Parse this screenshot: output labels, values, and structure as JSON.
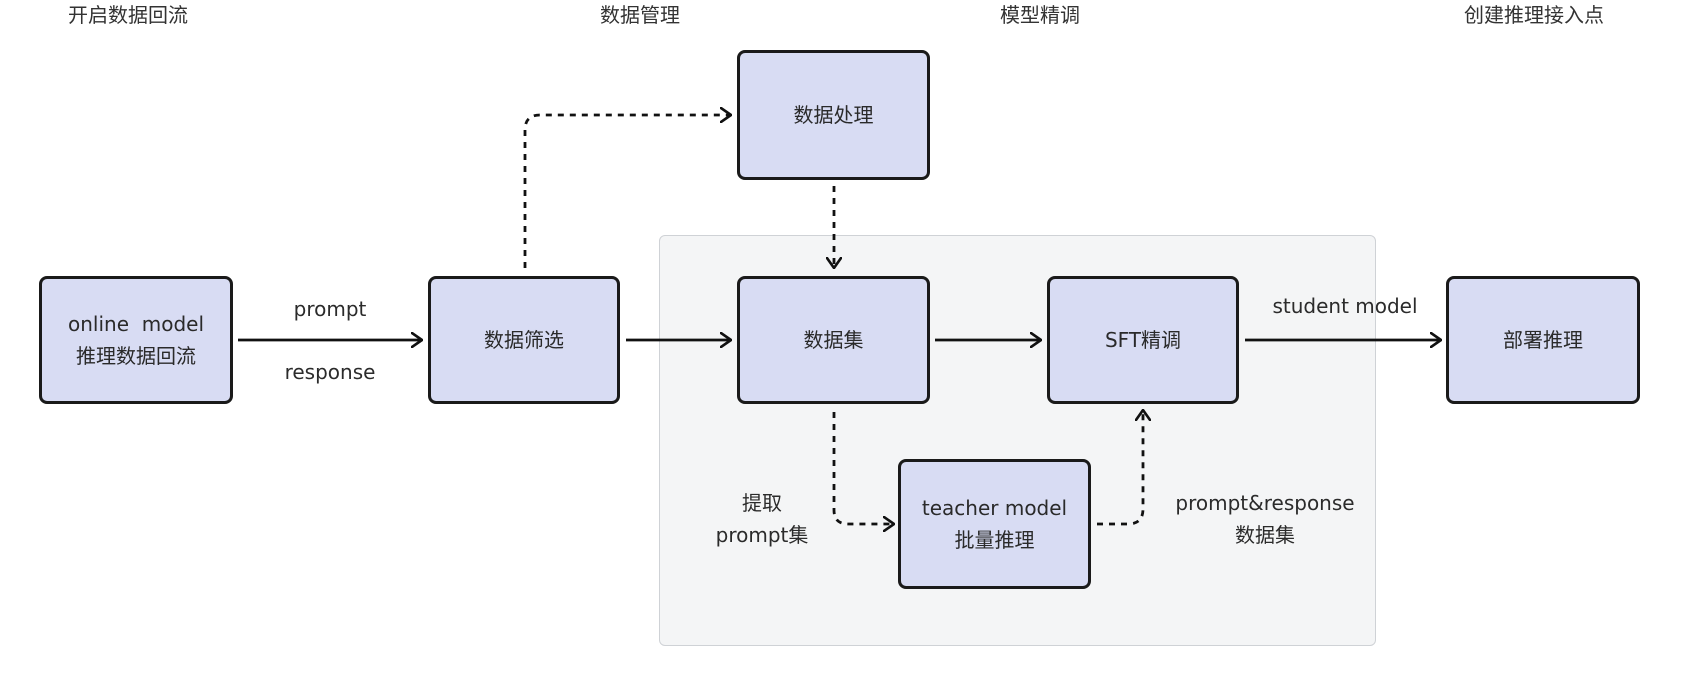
{
  "stages": {
    "s1": "开启数据回流",
    "s2": "数据管理",
    "s3": "模型精调",
    "s4": "创建推理接入点"
  },
  "nodes": {
    "online_line1": "online  model",
    "online_line2": "推理数据回流",
    "filter": "数据筛选",
    "process": "数据处理",
    "dataset": "数据集",
    "sft": "SFT精调",
    "teacher_line1": "teacher model",
    "teacher_line2": "批量推理",
    "deploy": "部署推理"
  },
  "edge_labels": {
    "prompt": "prompt",
    "response": "response",
    "student_model": "student model",
    "extract_line1": "提取",
    "extract_line2": "prompt集",
    "pr_line1": "prompt&response",
    "pr_line2": "数据集"
  },
  "colors": {
    "node_fill": "#d8dcf3",
    "node_border": "#1a1a1a",
    "group_fill": "#f4f5f6"
  }
}
